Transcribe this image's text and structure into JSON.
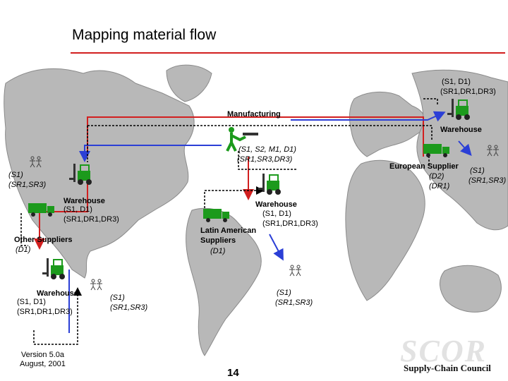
{
  "title": "Mapping material flow",
  "page_number": "14",
  "footer": {
    "version_line1": "Version 5.0a",
    "version_line2": "August, 2001"
  },
  "logo": {
    "mark": "SCOR",
    "council": "Supply-Chain Council"
  },
  "nodes": {
    "manufacturing": {
      "label": "Manufacturing",
      "processes": "(S1, S2, M1, D1)",
      "process_codes": "(SR1,SR3,DR3)"
    },
    "warehouse_ne": {
      "label": "Warehouse",
      "processes": "(S1, D1)",
      "process_codes": "(SR1,DR1,DR3)"
    },
    "european_supplier": {
      "label": "European Supplier",
      "processes": "(D2)",
      "process_codes": "(DR1)"
    },
    "customer_east": {
      "processes": "(S1)",
      "process_codes": "(SR1,SR3)"
    },
    "customer_west": {
      "processes": "(S1)",
      "process_codes": "(SR1,SR3)"
    },
    "warehouse_west": {
      "label": "Warehouse",
      "processes": "(S1, D1)",
      "process_codes": "(SR1,DR1,DR3)"
    },
    "other_suppliers": {
      "label": "Other Suppliers",
      "processes": "(D1)"
    },
    "warehouse_sw": {
      "label": "Warehouse",
      "processes": "(S1, D1)",
      "process_codes": "(SR1,DR1,DR3)"
    },
    "customer_sw": {
      "processes": "(S1)",
      "process_codes": "(SR1,SR3)"
    },
    "warehouse_sa": {
      "label": "Warehouse",
      "processes": "(S1, D1)",
      "process_codes": "(SR1,DR1,DR3)"
    },
    "latin_american_suppliers": {
      "label_line1": "Latin American",
      "label_line2": "Suppliers",
      "processes": "(D1)"
    },
    "customer_sa": {
      "processes": "(S1)",
      "process_codes": "(SR1,SR3)"
    }
  },
  "colors": {
    "land": "#b8b8b8",
    "land_edge": "#8a8a8a",
    "ocean": "#ffffff",
    "title_rule": "#d21f1f",
    "flow_red": "#d21f1f",
    "flow_blue": "#2b3fd6",
    "flow_dashed": "#000000",
    "forklift": "#1c9a1c",
    "truck": "#1c9a1c"
  },
  "icons": [
    "manufacturing-worker-icon",
    "forklift-icon",
    "truck-icon",
    "customer-figure-icon"
  ]
}
